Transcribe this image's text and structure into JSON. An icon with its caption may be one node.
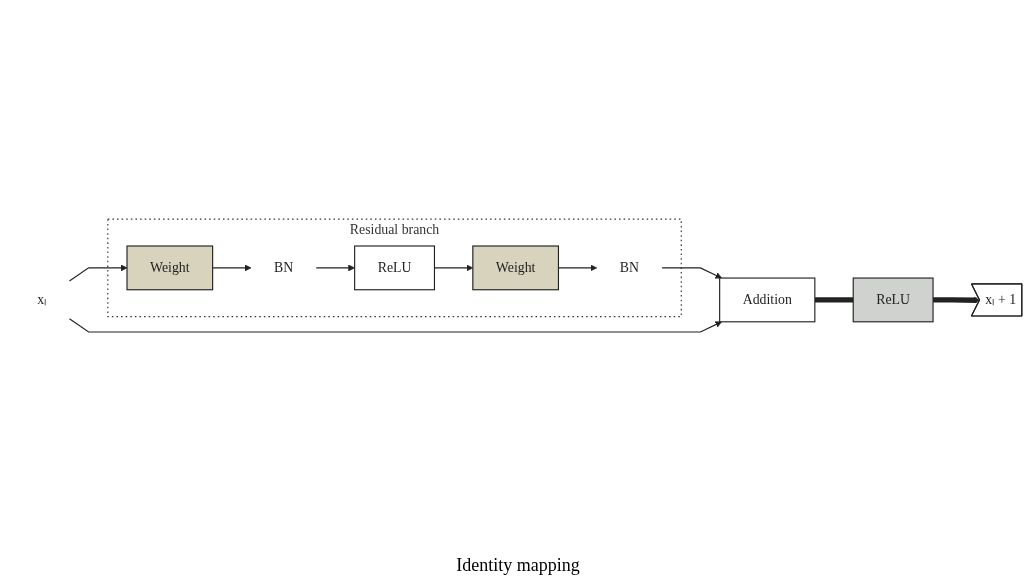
{
  "diagram": {
    "nodes": [
      {
        "text": [
          "Residual branch"
        ]
      },
      {
        "text": [
          "Weight"
        ],
        "in": 0
      },
      {
        "text": [
          "BN"
        ],
        "in": 0
      },
      {
        "text": [
          "ReLU"
        ],
        "in": 0
      },
      {
        "text": [
          "Weight"
        ],
        "in": 0
      },
      {
        "text": [
          "BN"
        ],
        "in": 0
      },
      {
        "text": [
          "xₗ"
        ]
      },
      {
        "text": [
          "Addition"
        ]
      },
      {
        "text": [
          "ReLU"
        ]
      },
      {
        "text": [
          "xₗ + 1"
        ]
      }
    ],
    "edges": [
      {
        "from": 6,
        "to": 1,
        "arrow": "to"
      },
      {
        "from": 1,
        "to": 2,
        "arrow": "to"
      },
      {
        "from": 2,
        "to": 3,
        "arrow": "to"
      },
      {
        "from": 3,
        "to": 4,
        "arrow": "to"
      },
      {
        "from": 4,
        "to": 5,
        "arrow": "to"
      },
      {
        "from": 5,
        "to": 7,
        "arrow": "to"
      },
      {
        "from": 6,
        "to": 7,
        "arrow": "to"
      },
      {
        "from": 7,
        "to": 8,
        "arrow": "none",
        "style": "thick"
      },
      {
        "from": 8,
        "to": 9,
        "arrow": "to",
        "style": "thick"
      }
    ],
    "labels": [
      "Identity mapping"
    ]
  }
}
